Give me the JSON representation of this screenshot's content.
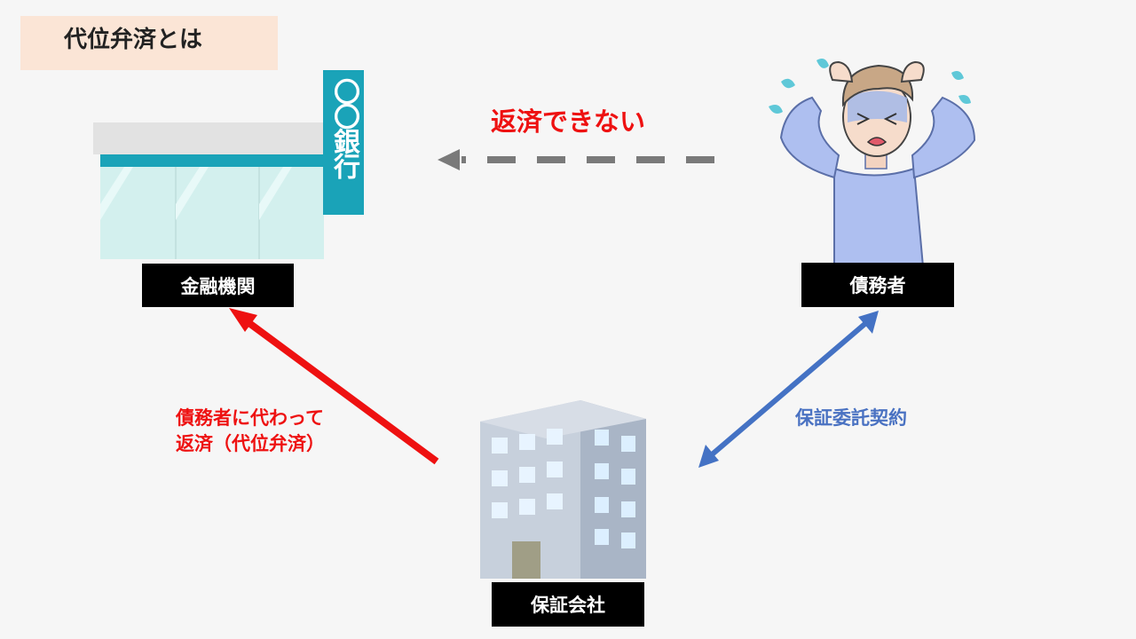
{
  "title": "代位弁済とは",
  "bank": {
    "sign_text": "〇〇銀行",
    "label": "金融機関"
  },
  "debtor": {
    "label": "債務者"
  },
  "guarantor": {
    "label": "保証会社"
  },
  "arrows": {
    "cannot_repay": "返済できない",
    "subrogation_line1": "債務者に代わって",
    "subrogation_line2": "返済（代位弁済）",
    "guarantee_contract": "保証委託契約"
  },
  "colors": {
    "title_bg": "#fbe5d6",
    "red": "#ee1111",
    "blue": "#4472c4",
    "gray_dash": "#7a7a7a",
    "bank_teal": "#1aa3b8",
    "building": "#b4bfcf"
  }
}
